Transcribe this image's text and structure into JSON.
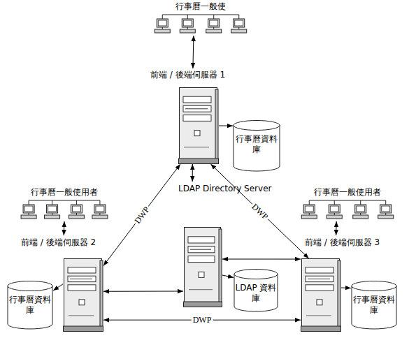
{
  "diagram": {
    "nodes": [
      {
        "text": [
          "行事曆一般使"
        ]
      },
      {
        "text": [
          "前端 / 後端伺服器 1"
        ]
      },
      {
        "text": [
          "行事曆資料庫"
        ]
      },
      {
        "text": [
          "LDAP Directory Server"
        ]
      },
      {
        "text": [
          "行事曆一般使用者"
        ]
      },
      {
        "text": [
          "行事曆一般使用者"
        ]
      },
      {
        "text": [
          "前端 / 後端伺服器 2"
        ]
      },
      {
        "text": [
          "前端 / 後端伺服器 3"
        ]
      },
      {
        "text": [
          "LDAP 資料庫"
        ]
      },
      {
        "text": [
          "行事曆資料庫"
        ]
      },
      {
        "text": [
          "行事曆資料庫"
        ]
      }
    ],
    "edges": [
      {
        "from": 0,
        "to": 1,
        "arrow": "both"
      },
      {
        "from": 1,
        "to": 2,
        "arrow": "to"
      },
      {
        "from": 1,
        "to": 3,
        "arrow": "both"
      },
      {
        "from": 1,
        "to": 6,
        "arrow": "both",
        "label": "DWP"
      },
      {
        "from": 1,
        "to": 7,
        "arrow": "both",
        "label": "DWP"
      },
      {
        "from": 4,
        "to": 6,
        "arrow": "both"
      },
      {
        "from": 5,
        "to": 7,
        "arrow": "both"
      },
      {
        "from": 6,
        "to": 3,
        "arrow": "both"
      },
      {
        "from": 3,
        "to": 7,
        "arrow": "both"
      },
      {
        "from": 3,
        "to": 8,
        "arrow": "to"
      },
      {
        "from": 6,
        "to": 9,
        "arrow": "to"
      },
      {
        "from": 7,
        "to": 10,
        "arrow": "to"
      },
      {
        "from": 6,
        "to": 7,
        "arrow": "both",
        "label": "DWP"
      }
    ]
  }
}
